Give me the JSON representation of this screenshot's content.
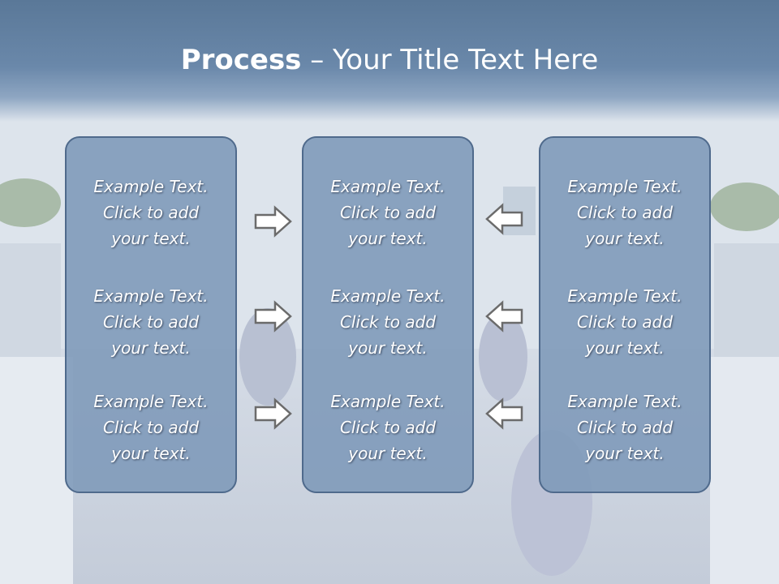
{
  "slide": {
    "title_bold": "Process",
    "title_rest": " – Your Title Text Here"
  },
  "columns": [
    {
      "items": [
        {
          "line1": "Example Text.",
          "line2": "Click  to add",
          "line3": "your text."
        },
        {
          "line1": "Example Text.",
          "line2": "Click  to add",
          "line3": "your text."
        },
        {
          "line1": "Example Text.",
          "line2": "Click  to add",
          "line3": "your text."
        }
      ]
    },
    {
      "items": [
        {
          "line1": "Example Text.",
          "line2": "Click  to add",
          "line3": "your text."
        },
        {
          "line1": "Example Text.",
          "line2": "Click  to add",
          "line3": "your text."
        },
        {
          "line1": "Example Text.",
          "line2": "Click  to add",
          "line3": "your text."
        }
      ]
    },
    {
      "items": [
        {
          "line1": "Example Text.",
          "line2": "Click  to add",
          "line3": "your text."
        },
        {
          "line1": "Example Text.",
          "line2": "Click  to add",
          "line3": "your text."
        },
        {
          "line1": "Example Text.",
          "line2": "Click  to add",
          "line3": "your text."
        }
      ]
    }
  ],
  "arrows": {
    "left_group": "arrow-right-icon",
    "right_group": "arrow-left-icon"
  },
  "colors": {
    "title_band": "#6a88aa",
    "panel_fill": "#7d98b8",
    "panel_border": "#4f6a8c",
    "text": "#ffffff"
  }
}
